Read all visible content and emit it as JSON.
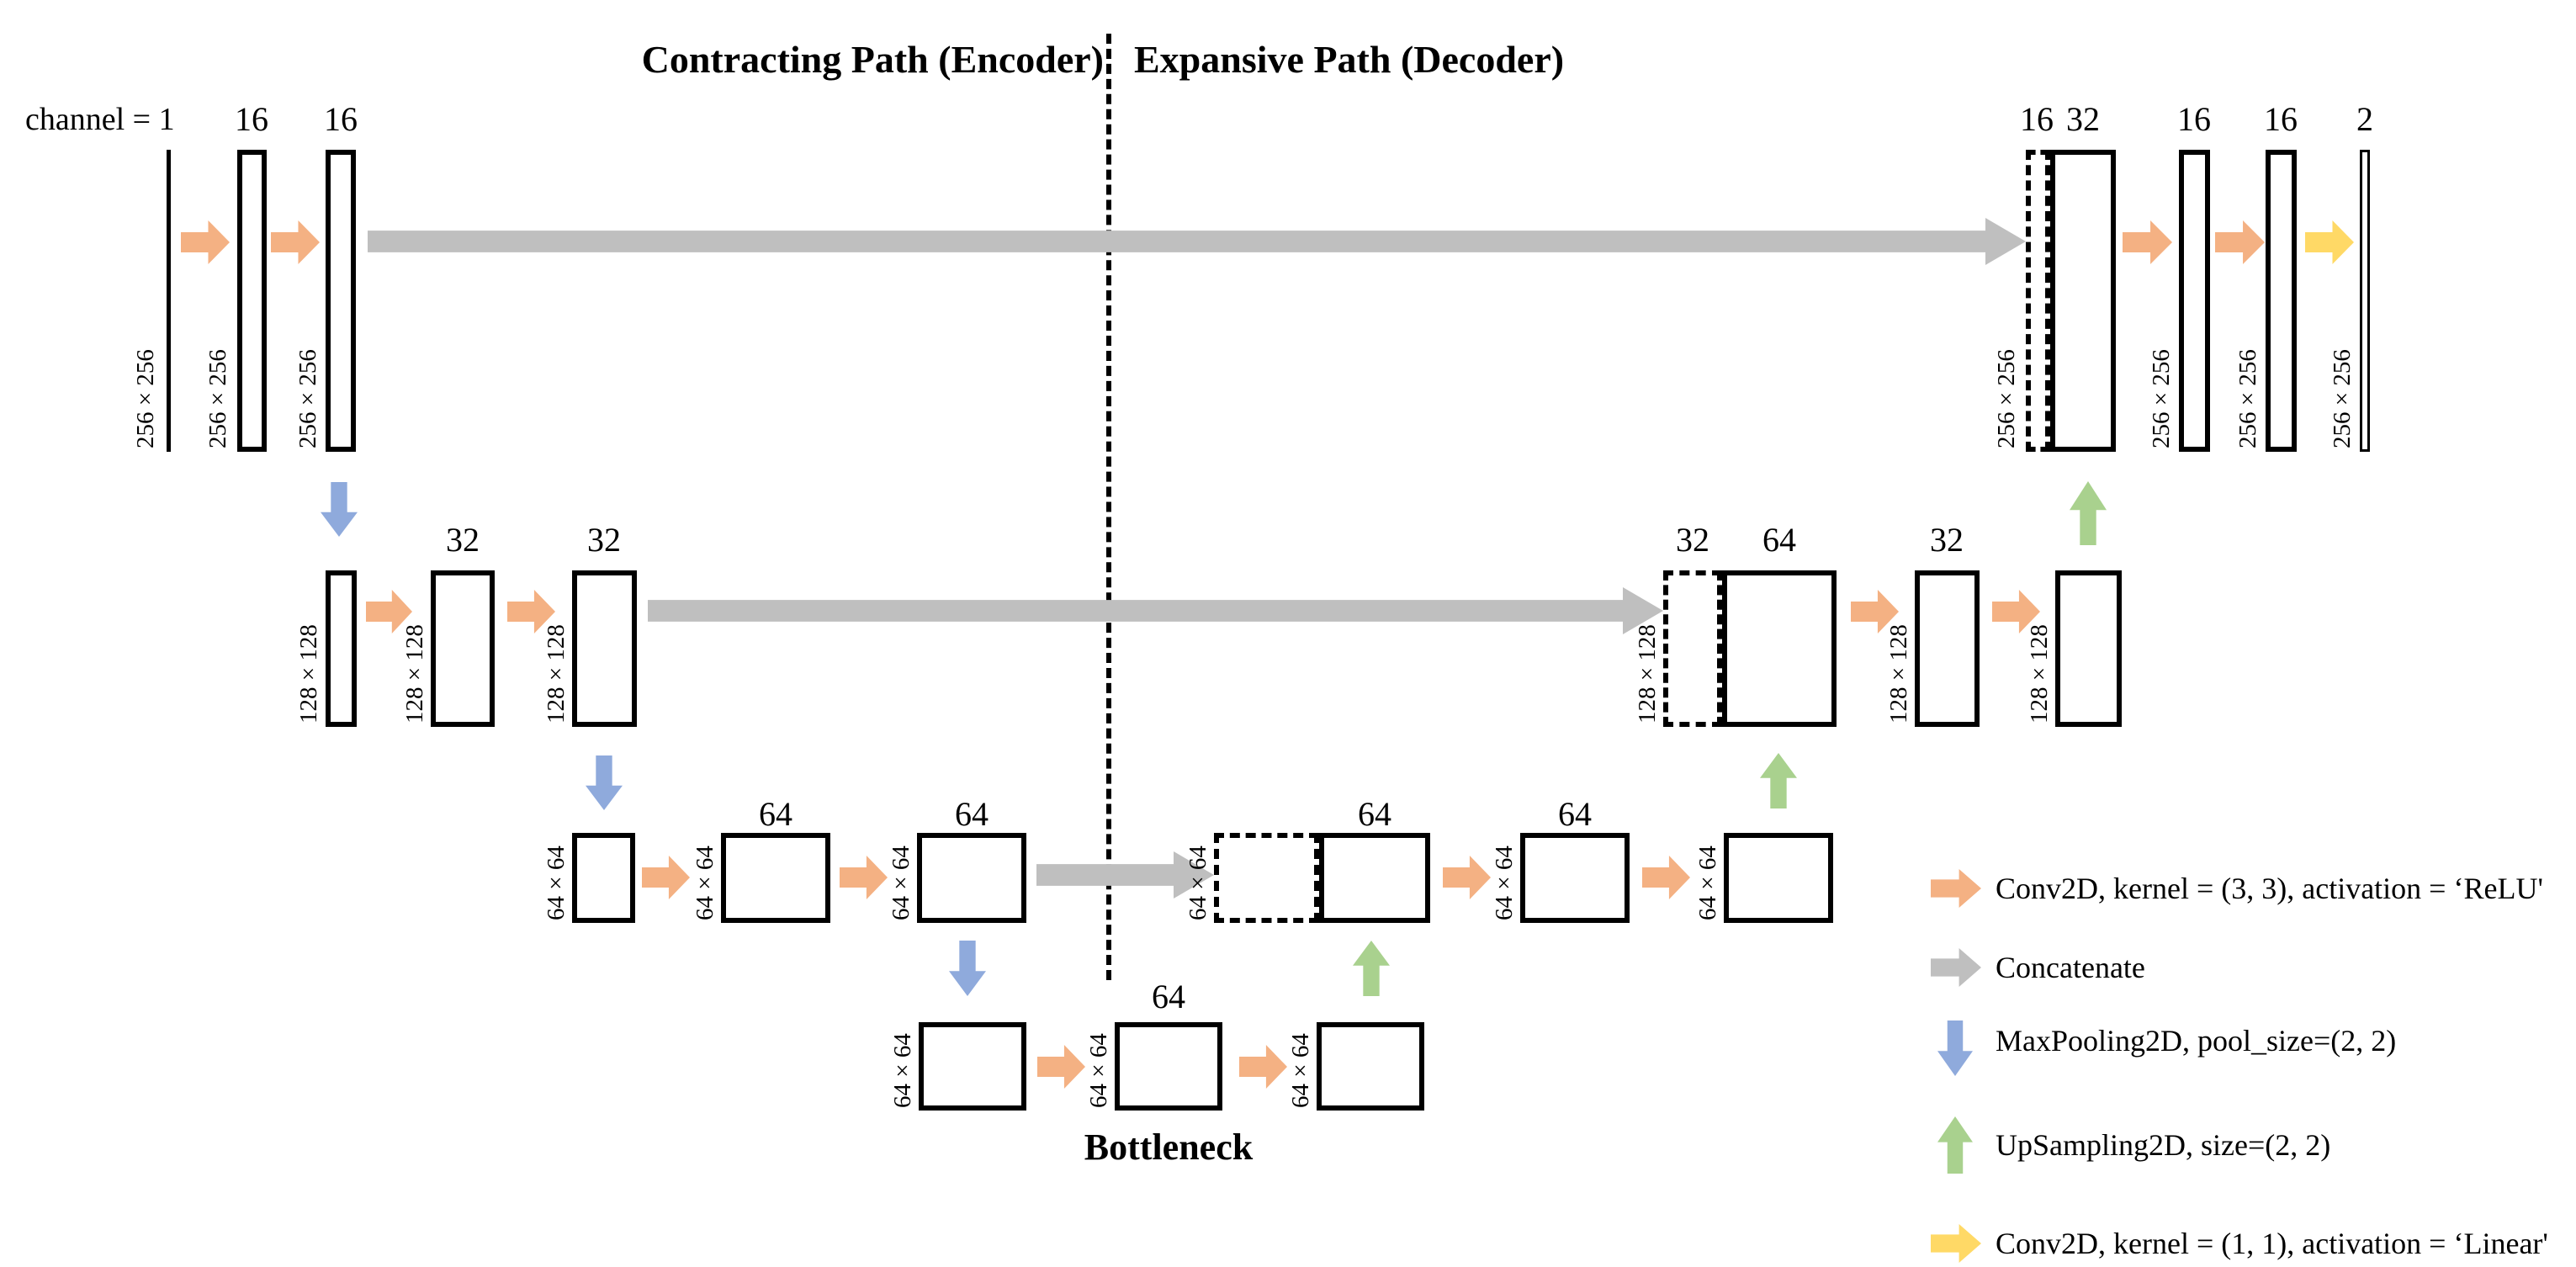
{
  "titles": {
    "encoder": "Contracting Path (Encoder)",
    "decoder": "Expansive Path (Decoder)"
  },
  "input_channel_label": "channel = 1",
  "bottleneck_label": "Bottleneck",
  "sizes": {
    "x256": "256 × 256",
    "x128": "128 × 128",
    "x64": "64 × 64"
  },
  "channels": {
    "c2": "2",
    "c16": "16",
    "c32": "32",
    "c64": "64"
  },
  "legend": {
    "conv_relu": "Conv2D, kernel = (3, 3), activation = ‘ReLU'",
    "concatenate": "Concatenate",
    "maxpooling": "MaxPooling2D, pool_size=(2, 2)",
    "upsampling": "UpSampling2D, size=(2, 2)",
    "conv_linear": "Conv2D, kernel = (1, 1), activation = ‘Linear'"
  },
  "colors": {
    "conv_arrow": "#F4B183",
    "concat_arrow": "#BFBFBF",
    "maxpool_arrow": "#8FAADC",
    "upsample_arrow": "#A9D18E",
    "conv1x1_arrow": "#FFD966",
    "block_border": "#000000"
  }
}
